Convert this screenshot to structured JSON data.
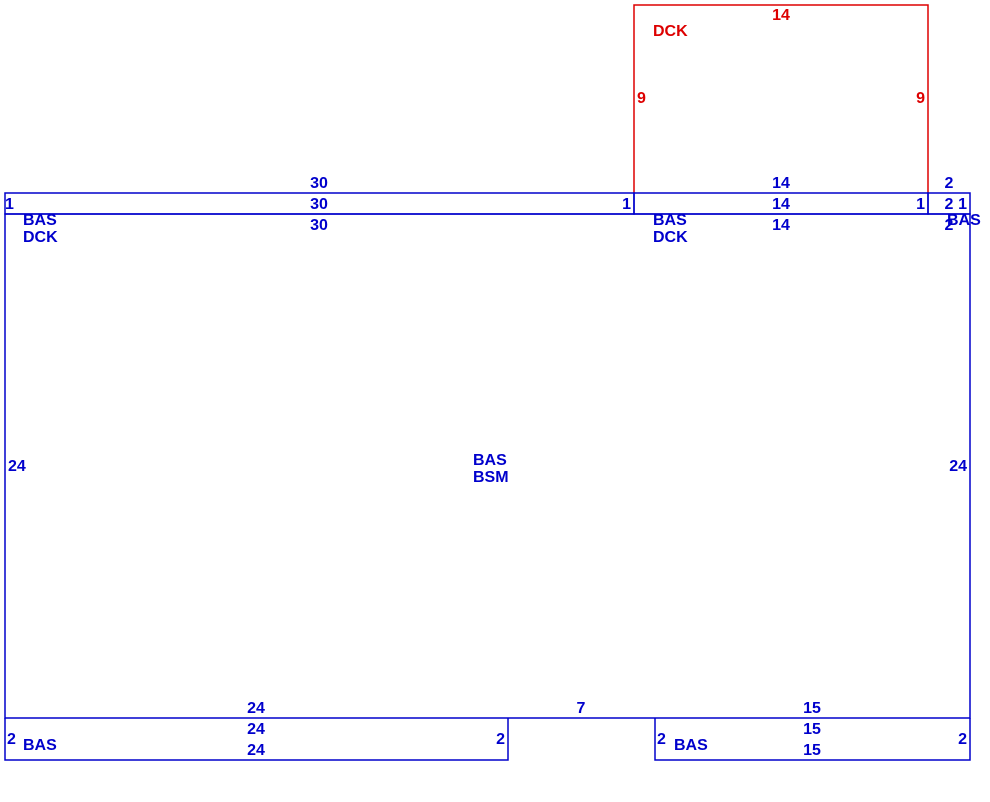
{
  "colors": {
    "base": "#0000cc",
    "deck": "#dd0000"
  },
  "deck_top": {
    "label": "DCK",
    "width": "14",
    "left_depth": "9",
    "right_depth": "9"
  },
  "strip_left": {
    "dim_above": "30",
    "dim_mid": "30",
    "dim_below": "30",
    "left_end": "1",
    "right_end": "1",
    "code1": "BAS",
    "code2": "DCK"
  },
  "strip_middle": {
    "dim_above": "14",
    "dim_mid": "14",
    "dim_below": "14",
    "right_end": "1",
    "code1": "BAS",
    "code2": "DCK"
  },
  "strip_right": {
    "dim_above": "2",
    "dim_mid": "2",
    "dim_below": "2",
    "right_end": "1",
    "code": "BAS"
  },
  "main_area": {
    "code1": "BAS",
    "code2": "BSM",
    "left_depth": "24",
    "right_depth": "24",
    "bottom_left_width": "24",
    "bottom_gap": "7",
    "bottom_right_width": "15"
  },
  "bump_left": {
    "code": "BAS",
    "width_mid": "24",
    "width_below": "24",
    "left_depth": "2",
    "right_depth": "2"
  },
  "bump_right": {
    "code": "BAS",
    "width_mid": "15",
    "width_below": "15",
    "left_depth": "2",
    "right_depth": "2"
  }
}
